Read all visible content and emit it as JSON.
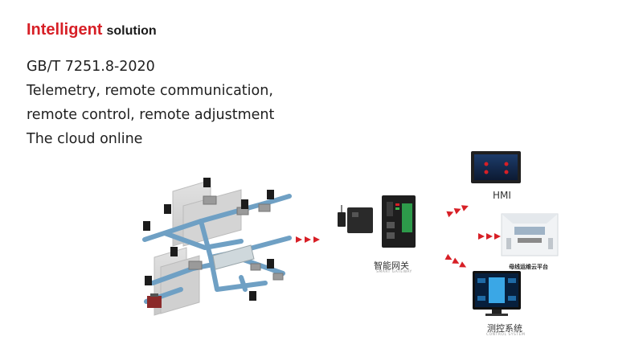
{
  "heading": {
    "accent": "Intelligent",
    "rest": "solution"
  },
  "lines": [
    "GB/T 7251.8-2020",
    "Telemetry, remote communication,",
    "remote control, remote adjustment",
    "The cloud online"
  ],
  "devices": {
    "gateway": {
      "label": "智能网关",
      "sublabel": "SMART GATEWAY"
    },
    "hmi": {
      "label": "HMI"
    },
    "cloud_platform": {
      "label": "母线运维云平台"
    },
    "monitoring": {
      "label": "测控系统",
      "sublabel": "CONTROL SYSTEM"
    }
  },
  "colors": {
    "accent": "#d71f26",
    "text": "#1f1f1f",
    "duct": "#6fa0c4",
    "arrow": "#d71f26"
  }
}
